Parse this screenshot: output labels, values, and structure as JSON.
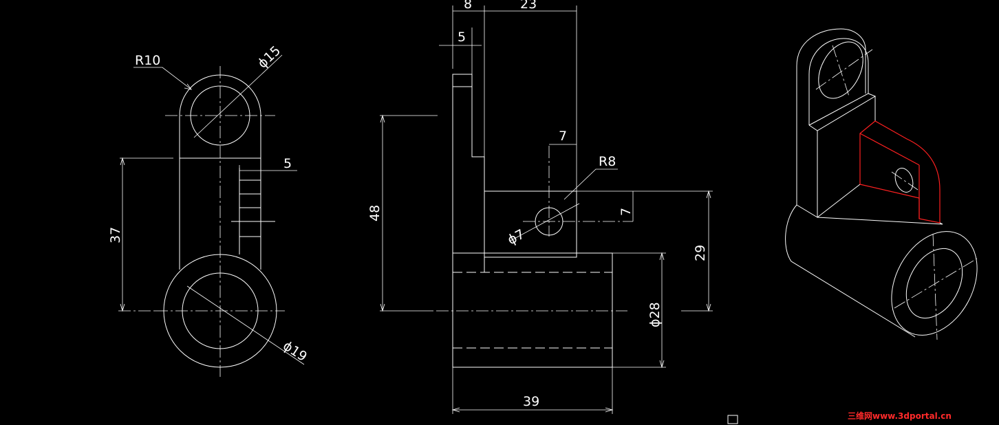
{
  "colors": {
    "background": "#000000",
    "line": "#ffffff",
    "highlight": "#ff2020",
    "watermark": "#ff2a2a"
  },
  "front_view": {
    "dims": {
      "r10": "R10",
      "d15": "ϕ15",
      "d19": "ϕ19",
      "len37": "37",
      "w5": "5"
    }
  },
  "side_view": {
    "dims": {
      "w8": "8",
      "w23": "23",
      "w5": "5",
      "w7": "7",
      "r8": "R8",
      "h48": "48",
      "d7": "ϕ7",
      "h7": "7",
      "h29": "29",
      "d28": "ϕ28",
      "w39": "39"
    }
  },
  "watermark": {
    "text": "三维网www.3dportal.cn"
  }
}
